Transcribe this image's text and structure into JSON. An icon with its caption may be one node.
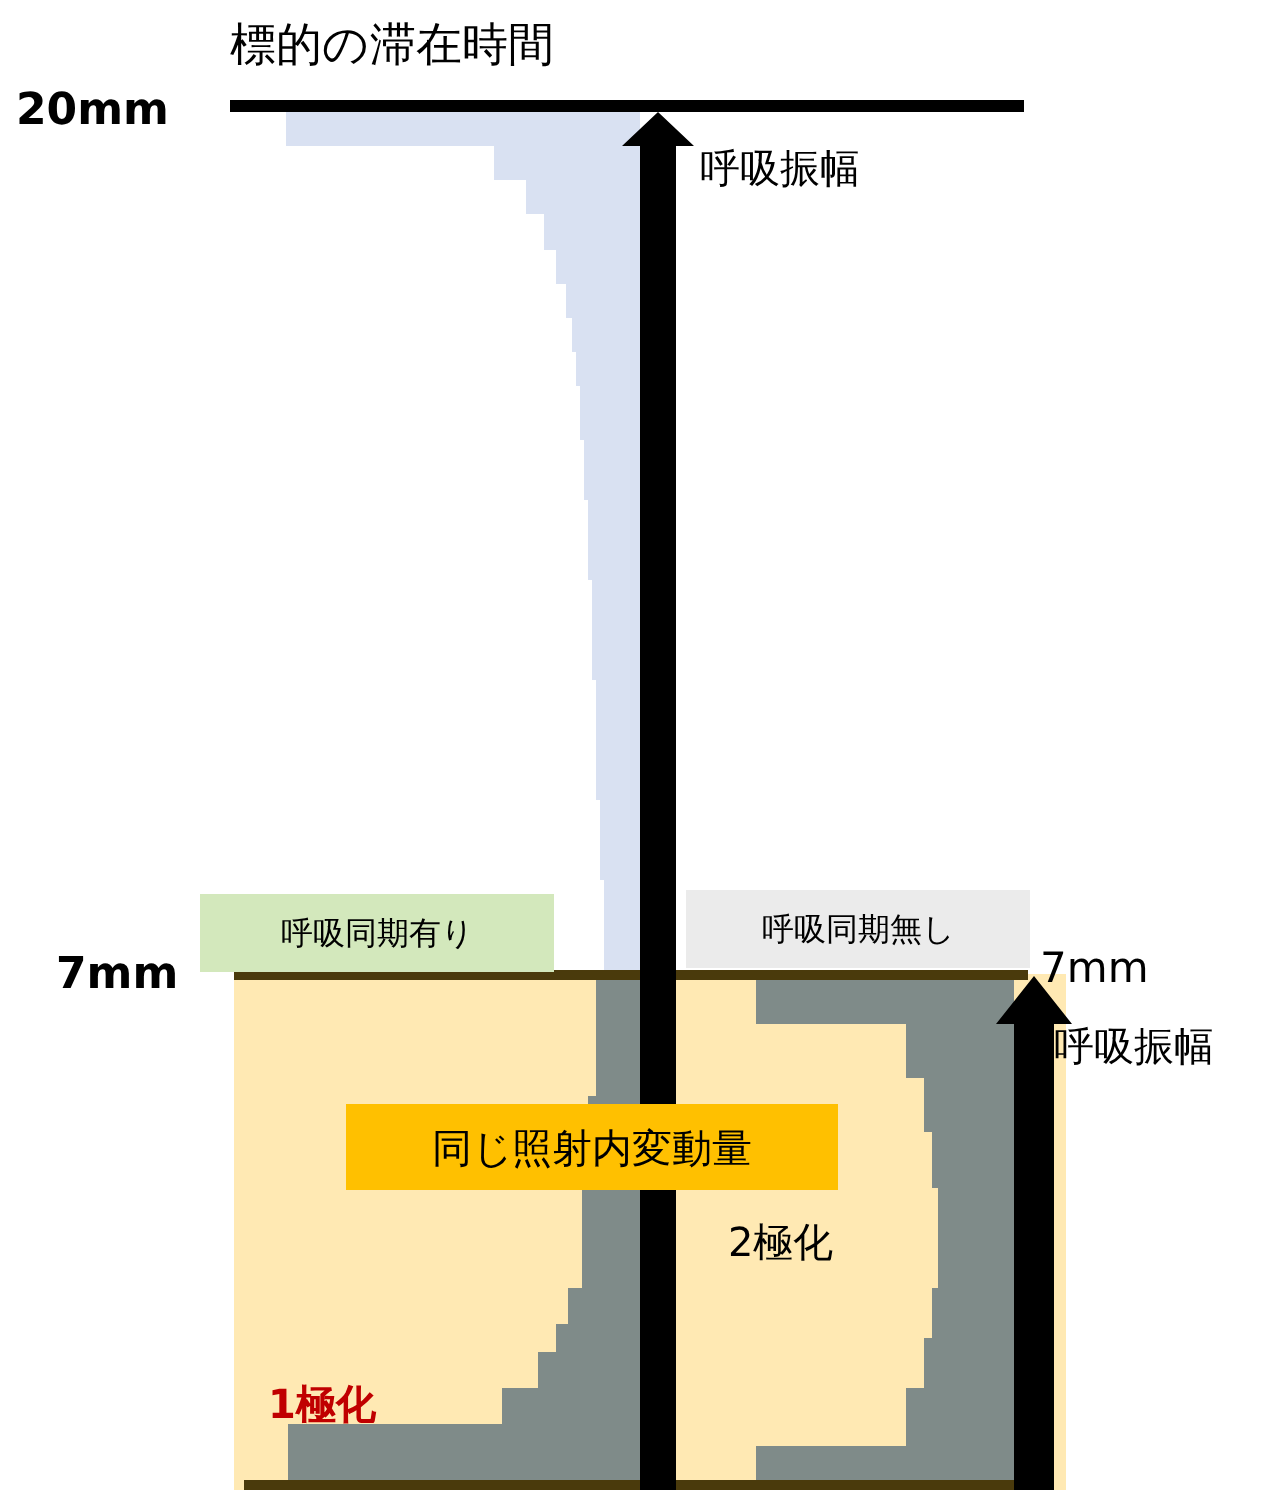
{
  "diagram": {
    "title": "標的の滞在時間",
    "nodes": [
      {
        "text": [
          "呼吸同期有り"
        ]
      },
      {
        "text": [
          "呼吸同期無し"
        ]
      },
      {
        "text": [
          "同じ照射内変動量"
        ]
      }
    ],
    "labels": [
      "20mm",
      "呼吸振幅",
      "7mm",
      "7mm",
      "呼吸振幅",
      "2極化",
      "1極化"
    ]
  }
}
